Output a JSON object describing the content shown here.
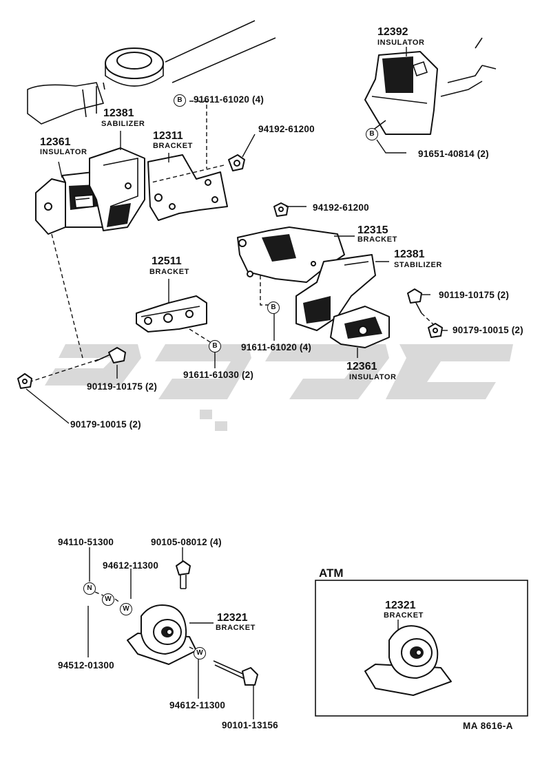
{
  "parts": {
    "p91611_61020_top": {
      "pn": "91611-61020 (4)",
      "badge": "B"
    },
    "p94192_61200_a": {
      "pn": "94192-61200"
    },
    "p12381_a": {
      "num": "12381",
      "name": "SABILIZER"
    },
    "p12311": {
      "num": "12311",
      "name": "BRACKET"
    },
    "p12361_a": {
      "num": "12361",
      "name": "INSULATOR"
    },
    "p12392": {
      "num": "12392",
      "name": "INSULATOR"
    },
    "p91651_40814": {
      "pn": "91651-40814 (2)",
      "badge": "B"
    },
    "p94192_61200_b": {
      "pn": "94192-61200"
    },
    "p12315": {
      "num": "12315",
      "name": "BRACKET"
    },
    "p12381_b": {
      "num": "12381",
      "name": "STABILIZER"
    },
    "p12511": {
      "num": "12511",
      "name": "BRACKET"
    },
    "p90119_10175_r": {
      "pn": "90119-10175 (2)"
    },
    "p90179_10015_r": {
      "pn": "90179-10015 (2)"
    },
    "p91611_61020_mid": {
      "pn": "91611-61020 (4)",
      "badge": "B"
    },
    "p12361_b": {
      "num": "12361",
      "name": "INSULATOR"
    },
    "p91611_61030": {
      "pn": "91611-61030 (2)",
      "badge": "B"
    },
    "p90119_10175_l": {
      "pn": "90119-10175 (2)"
    },
    "p90179_10015_l": {
      "pn": "90179-10015 (2)"
    },
    "p94110_51300": {
      "pn": "94110-51300",
      "badge": "N"
    },
    "p90105_08012": {
      "pn": "90105-08012 (4)"
    },
    "p94612_11300_a": {
      "pn": "94612-11300",
      "badge": "W"
    },
    "p12321_a": {
      "num": "12321",
      "name": "BRACKET"
    },
    "p94512_01300": {
      "pn": "94512-01300",
      "badge": "W"
    },
    "p94612_11300_b": {
      "pn": "94612-11300",
      "badge": "W"
    },
    "p90101_13156": {
      "pn": "90101-13156"
    },
    "p12321_b": {
      "num": "12321",
      "name": "BRACKET"
    }
  },
  "atm_box": {
    "title": "ATM"
  },
  "footer_code": "MA 8616-A",
  "watermark": {
    "text": "ری‌یکی",
    "color": "#b9b9b9"
  }
}
